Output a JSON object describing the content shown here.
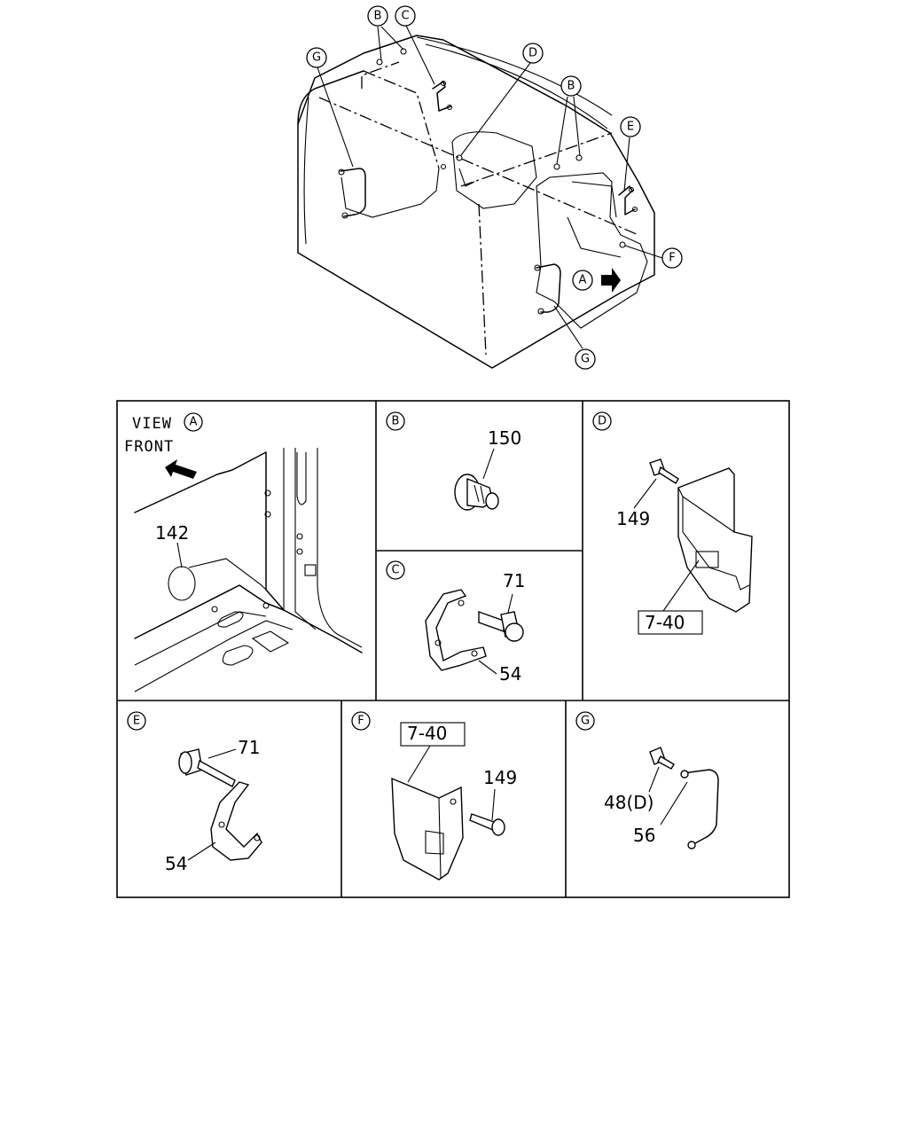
{
  "callouts": {
    "top_b_left": "B",
    "top_c": "C",
    "top_g_left": "G",
    "top_d": "D",
    "top_b_right": "B",
    "top_e": "E",
    "top_f": "F",
    "top_a": "A",
    "top_g_bottom": "G"
  },
  "panels": {
    "a": {
      "view_label": "VIEW",
      "view_letter": "A",
      "front_label": "FRONT",
      "part_142": "142"
    },
    "b": {
      "letter": "B",
      "part_150": "150"
    },
    "c": {
      "letter": "C",
      "part_71": "71",
      "part_54": "54"
    },
    "d": {
      "letter": "D",
      "part_149": "149",
      "part_ref": "7-40"
    },
    "e": {
      "letter": "E",
      "part_71": "71",
      "part_54": "54"
    },
    "f": {
      "letter": "F",
      "part_ref": "7-40",
      "part_149": "149"
    },
    "g": {
      "letter": "G",
      "part_48": "48(D)",
      "part_56": "56"
    }
  }
}
